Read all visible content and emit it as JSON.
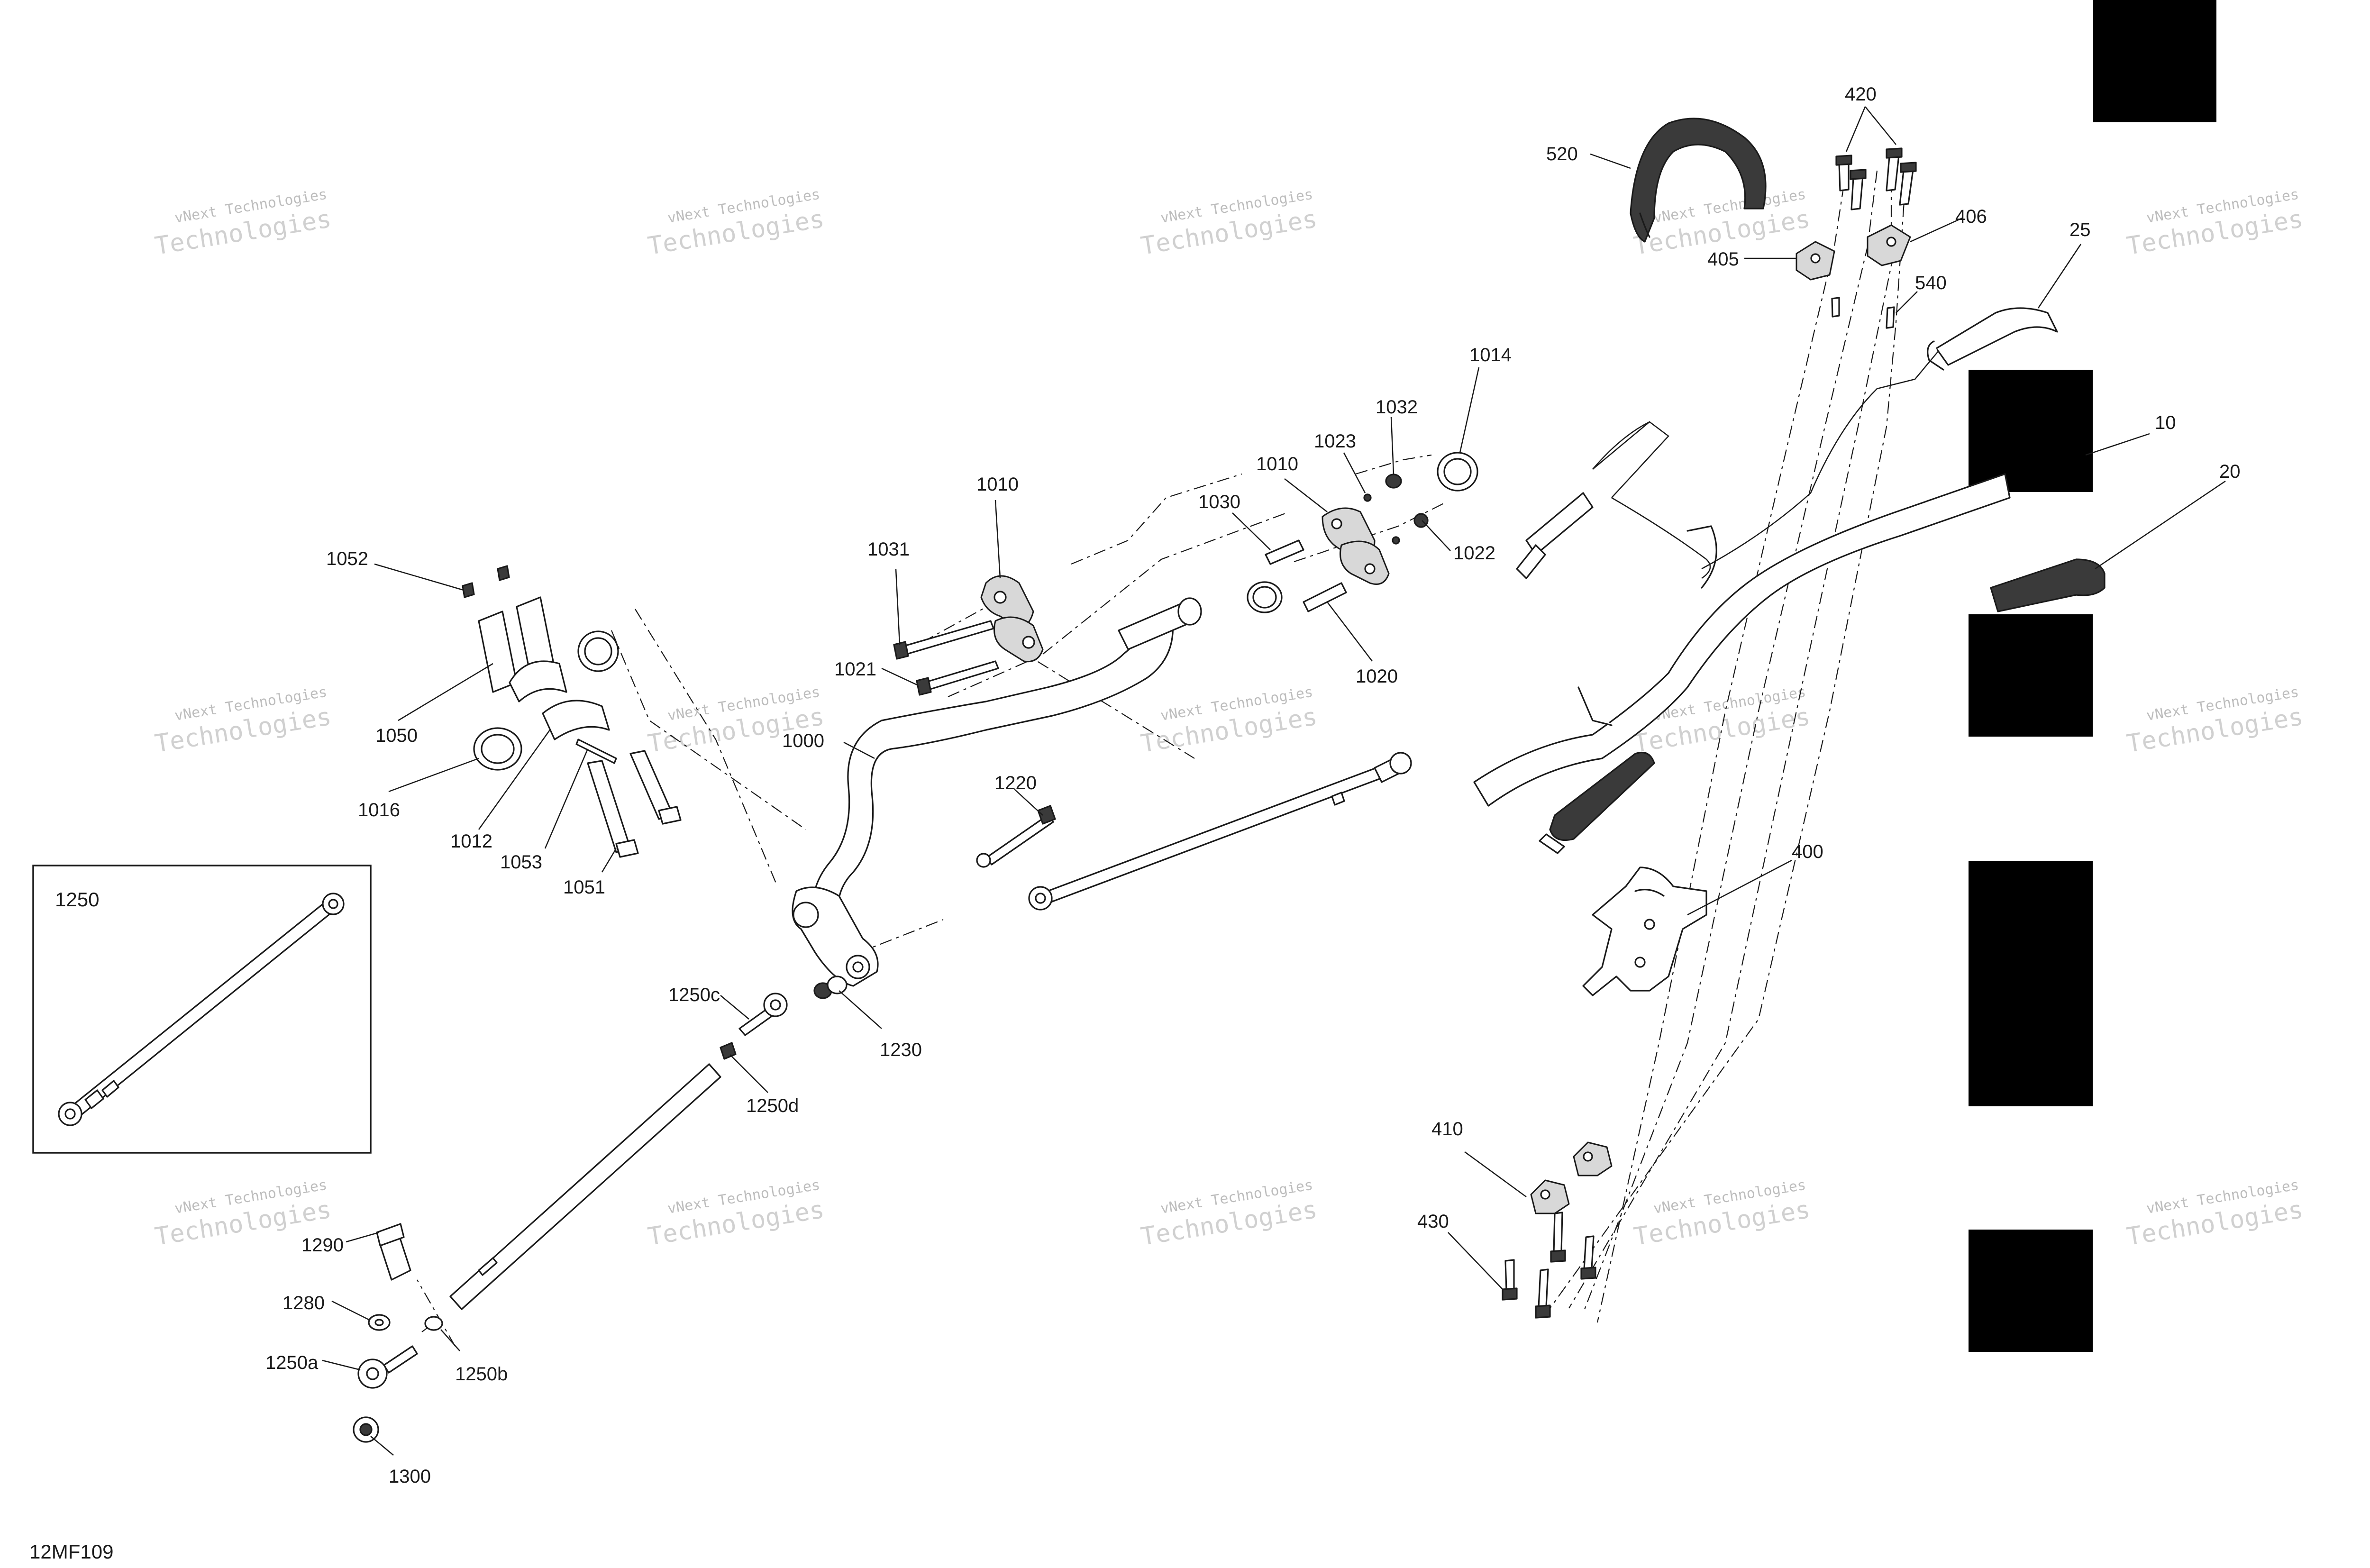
{
  "drawing": {
    "code": "12MF109",
    "inset_title": "1250",
    "watermark_line1": "vNext Technologies",
    "watermark_line2": "Technologies"
  },
  "callouts": [
    {
      "id": "c520",
      "text": "520"
    },
    {
      "id": "c420",
      "text": "420"
    },
    {
      "id": "c406",
      "text": "406"
    },
    {
      "id": "c405",
      "text": "405"
    },
    {
      "id": "c540",
      "text": "540"
    },
    {
      "id": "c25",
      "text": "25"
    },
    {
      "id": "c10",
      "text": "10"
    },
    {
      "id": "c20",
      "text": "20"
    },
    {
      "id": "c1014",
      "text": "1014"
    },
    {
      "id": "c1032",
      "text": "1032"
    },
    {
      "id": "c1023",
      "text": "1023"
    },
    {
      "id": "c1010b",
      "text": "1010"
    },
    {
      "id": "c1030",
      "text": "1030"
    },
    {
      "id": "c1022",
      "text": "1022"
    },
    {
      "id": "c1020",
      "text": "1020"
    },
    {
      "id": "c1010a",
      "text": "1010"
    },
    {
      "id": "c1031",
      "text": "1031"
    },
    {
      "id": "c1021",
      "text": "1021"
    },
    {
      "id": "c1000",
      "text": "1000"
    },
    {
      "id": "c1052",
      "text": "1052"
    },
    {
      "id": "c1050",
      "text": "1050"
    },
    {
      "id": "c1016",
      "text": "1016"
    },
    {
      "id": "c1012",
      "text": "1012"
    },
    {
      "id": "c1053",
      "text": "1053"
    },
    {
      "id": "c1051",
      "text": "1051"
    },
    {
      "id": "c1220",
      "text": "1220"
    },
    {
      "id": "c1230",
      "text": "1230"
    },
    {
      "id": "c1250c",
      "text": "1250c"
    },
    {
      "id": "c1250d",
      "text": "1250d"
    },
    {
      "id": "c1290",
      "text": "1290"
    },
    {
      "id": "c1280",
      "text": "1280"
    },
    {
      "id": "c1250a",
      "text": "1250a"
    },
    {
      "id": "c1250b",
      "text": "1250b"
    },
    {
      "id": "c1300",
      "text": "1300"
    },
    {
      "id": "c400",
      "text": "400"
    },
    {
      "id": "c410",
      "text": "410"
    },
    {
      "id": "c430",
      "text": "430"
    }
  ]
}
